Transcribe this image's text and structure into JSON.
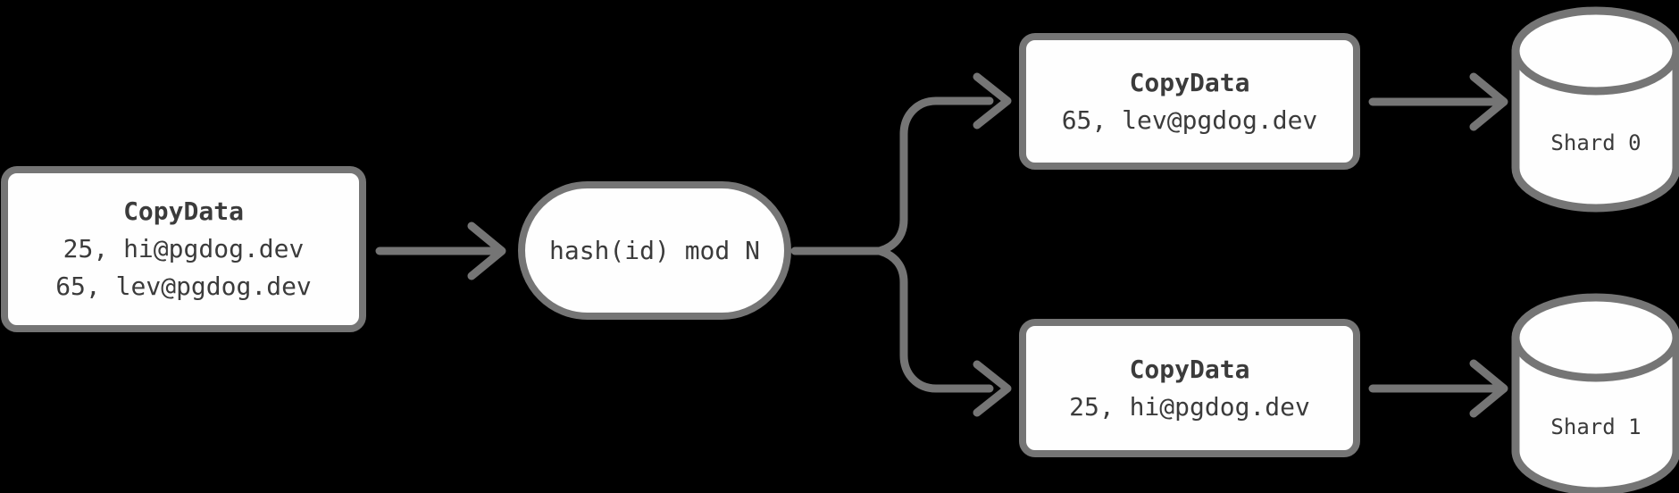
{
  "diagram": {
    "description": "Sharded COPY data flow",
    "colors": {
      "background": "#000000",
      "stroke": "#757575",
      "node_fill": "#fefefe",
      "text": "#3b3b3b"
    },
    "nodes": {
      "source": {
        "title": "CopyData",
        "rows": [
          "25, hi@pgdog.dev",
          "65, lev@pgdog.dev"
        ]
      },
      "hash": {
        "label": "hash(id) mod N"
      },
      "copy0": {
        "title": "CopyData",
        "rows": [
          "65, lev@pgdog.dev"
        ]
      },
      "copy1": {
        "title": "CopyData",
        "rows": [
          "25, hi@pgdog.dev"
        ]
      },
      "shard0": {
        "label": "Shard 0"
      },
      "shard1": {
        "label": "Shard 1"
      }
    }
  }
}
